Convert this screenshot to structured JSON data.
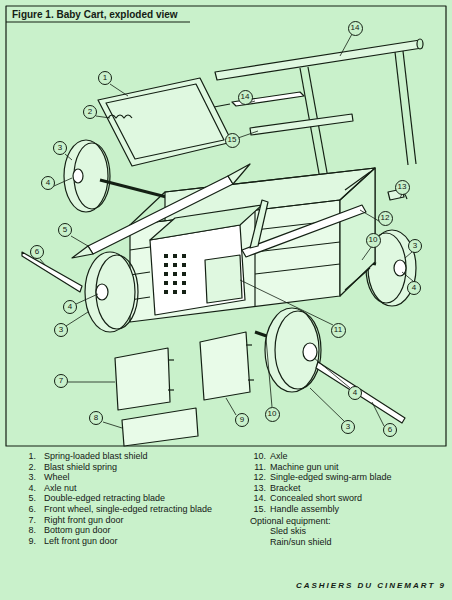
{
  "diagram": {
    "title": "Figure 1. Baby Cart, exploded view",
    "nodes": [
      {
        "text": [
          "14"
        ]
      },
      {
        "text": [
          "1"
        ]
      },
      {
        "text": [
          "14"
        ]
      },
      {
        "text": [
          "2"
        ]
      },
      {
        "text": [
          "15"
        ]
      },
      {
        "text": [
          "3"
        ]
      },
      {
        "text": [
          "4"
        ]
      },
      {
        "text": [
          "13"
        ]
      },
      {
        "text": [
          "12"
        ]
      },
      {
        "text": [
          "5"
        ]
      },
      {
        "text": [
          "10"
        ]
      },
      {
        "text": [
          "3"
        ]
      },
      {
        "text": [
          "6"
        ]
      },
      {
        "text": [
          "4"
        ]
      },
      {
        "text": [
          "4"
        ]
      },
      {
        "text": [
          "3"
        ]
      },
      {
        "text": [
          "11"
        ]
      },
      {
        "text": [
          "7"
        ]
      },
      {
        "text": [
          "4"
        ]
      },
      {
        "text": [
          "10"
        ]
      },
      {
        "text": [
          "8"
        ]
      },
      {
        "text": [
          "9"
        ]
      },
      {
        "text": [
          "3"
        ]
      },
      {
        "text": [
          "6"
        ]
      }
    ],
    "labels": [
      "1.",
      "Spring-loaded blast shield",
      "2.",
      "Blast shield spring",
      "3.",
      "Wheel",
      "4.",
      "Axle nut",
      "5.",
      "Double-edged retracting blade",
      "6.",
      "Front wheel, single-edged retracting blade",
      "7.",
      "Right front gun door",
      "8.",
      "Bottom gun door",
      "9.",
      "Left front gun door",
      "10.",
      "Axle",
      "11.",
      "Machine gun unit",
      "12.",
      "Single-edged swing-arm blade",
      "13.",
      "Bracket",
      "14.",
      "Concealed short sword",
      "15.",
      "Handle assembly",
      "Optional equipment:",
      "Sled skis",
      "Rain/sun shield",
      "CASHIERS DU CINEMART 9"
    ]
  }
}
